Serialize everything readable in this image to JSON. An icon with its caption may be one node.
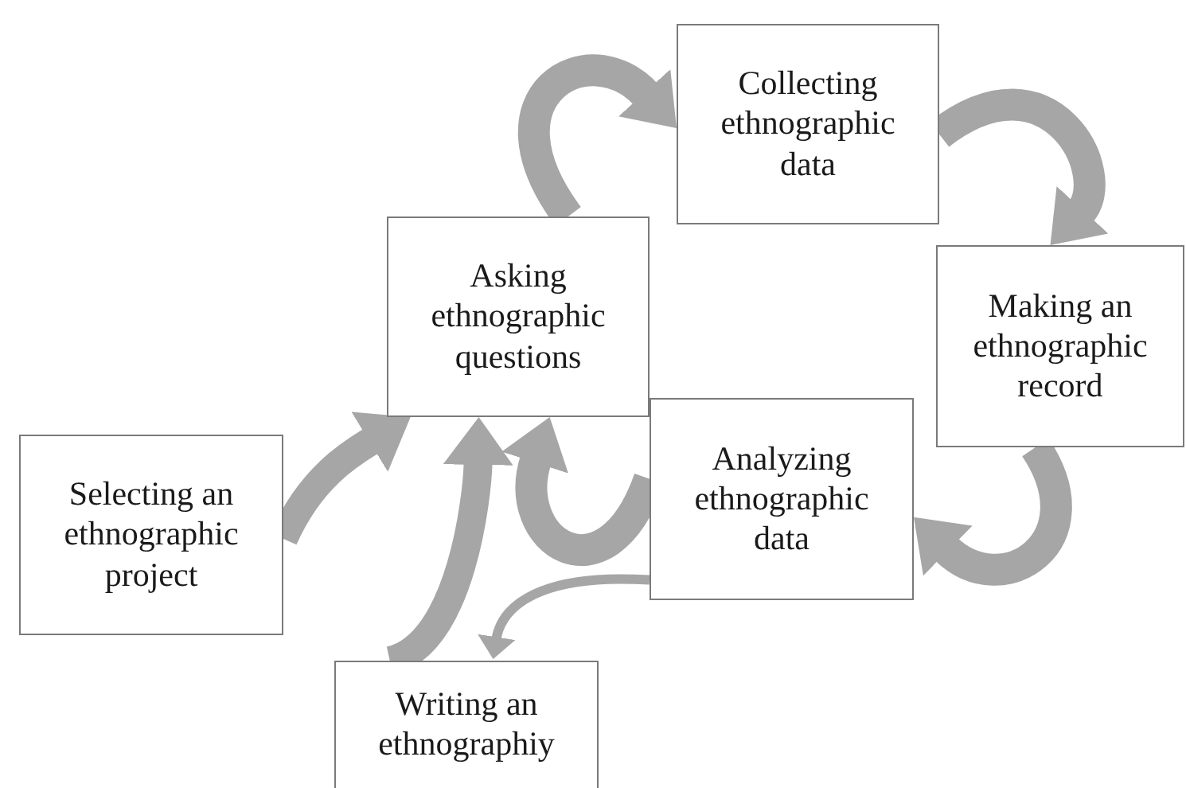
{
  "diagram": {
    "nodes": [
      {
        "text": [
          "Selecting an ethnographic project"
        ]
      },
      {
        "text": [
          "Asking ethnographic questions"
        ]
      },
      {
        "text": [
          "Collecting ethnographic data"
        ]
      },
      {
        "text": [
          "Making an ethnographic record"
        ]
      },
      {
        "text": [
          "Analyzing ethnographic data"
        ]
      },
      {
        "text": [
          "Writing an ethnographiy"
        ]
      }
    ],
    "edges": [
      {
        "from": 0,
        "to": 1,
        "arrow": "to"
      },
      {
        "from": 1,
        "to": 2,
        "arrow": "to"
      },
      {
        "from": 2,
        "to": 3,
        "arrow": "to"
      },
      {
        "from": 3,
        "to": 4,
        "arrow": "to"
      },
      {
        "from": 4,
        "to": 1,
        "arrow": "to"
      },
      {
        "from": 5,
        "to": 1,
        "arrow": "to"
      },
      {
        "from": 4,
        "to": 5,
        "arrow": "to"
      }
    ]
  }
}
